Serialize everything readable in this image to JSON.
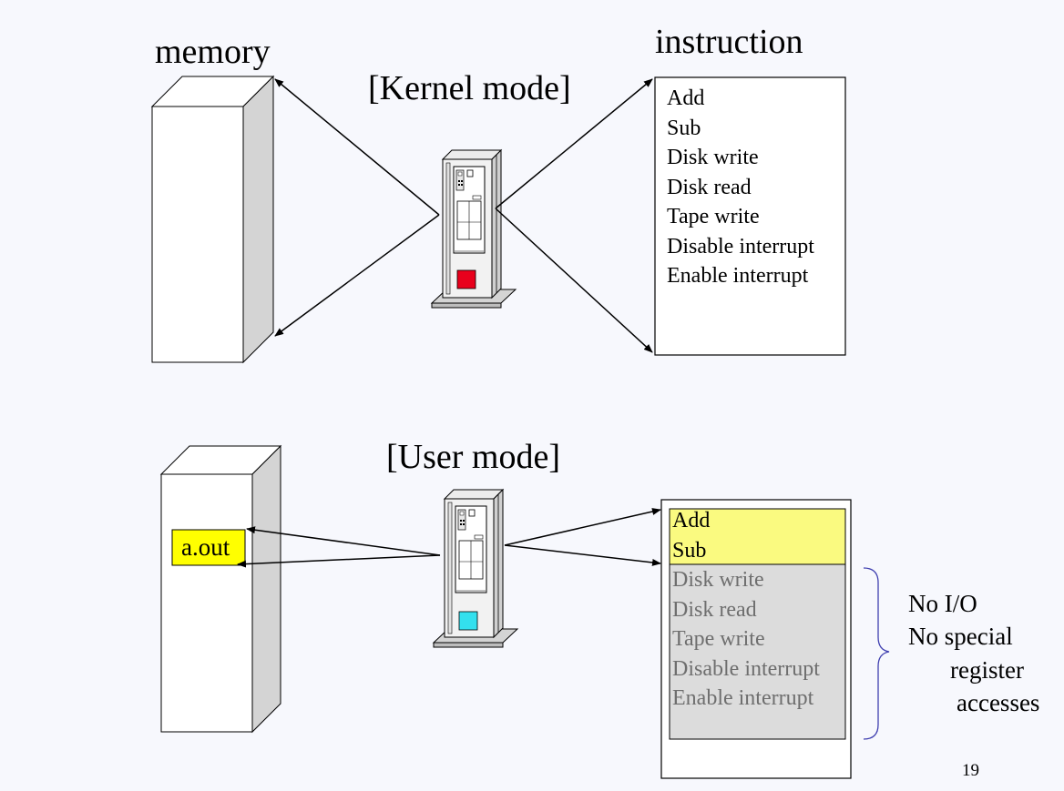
{
  "slide": {
    "page_number": "19",
    "colors": {
      "background": "#f7f8fd",
      "kernel_indicator": "#e8001c",
      "user_indicator": "#33e0ee",
      "highlight_yellow": "#fafa80",
      "aout_yellow": "#ffff00",
      "disabled_gray": "#dcdcdc",
      "brace_blue": "#4040b0"
    },
    "kernel": {
      "memory_label": "memory",
      "instruction_label": "instruction",
      "mode_label": "[Kernel mode]",
      "instructions": [
        "Add",
        "Sub",
        "Disk write",
        "Disk read",
        "Tape write",
        "Disable interrupt",
        "Enable interrupt"
      ]
    },
    "user": {
      "mode_label": "[User  mode]",
      "program_label": "a.out",
      "allowed_instructions": [
        "Add",
        "Sub"
      ],
      "restricted_instructions": [
        "Disk write",
        "Disk read",
        "Tape write",
        "Disable interrupt",
        "Enable interrupt"
      ],
      "restriction_note": [
        "No I/O",
        "No special",
        "register",
        "accesses"
      ]
    }
  }
}
